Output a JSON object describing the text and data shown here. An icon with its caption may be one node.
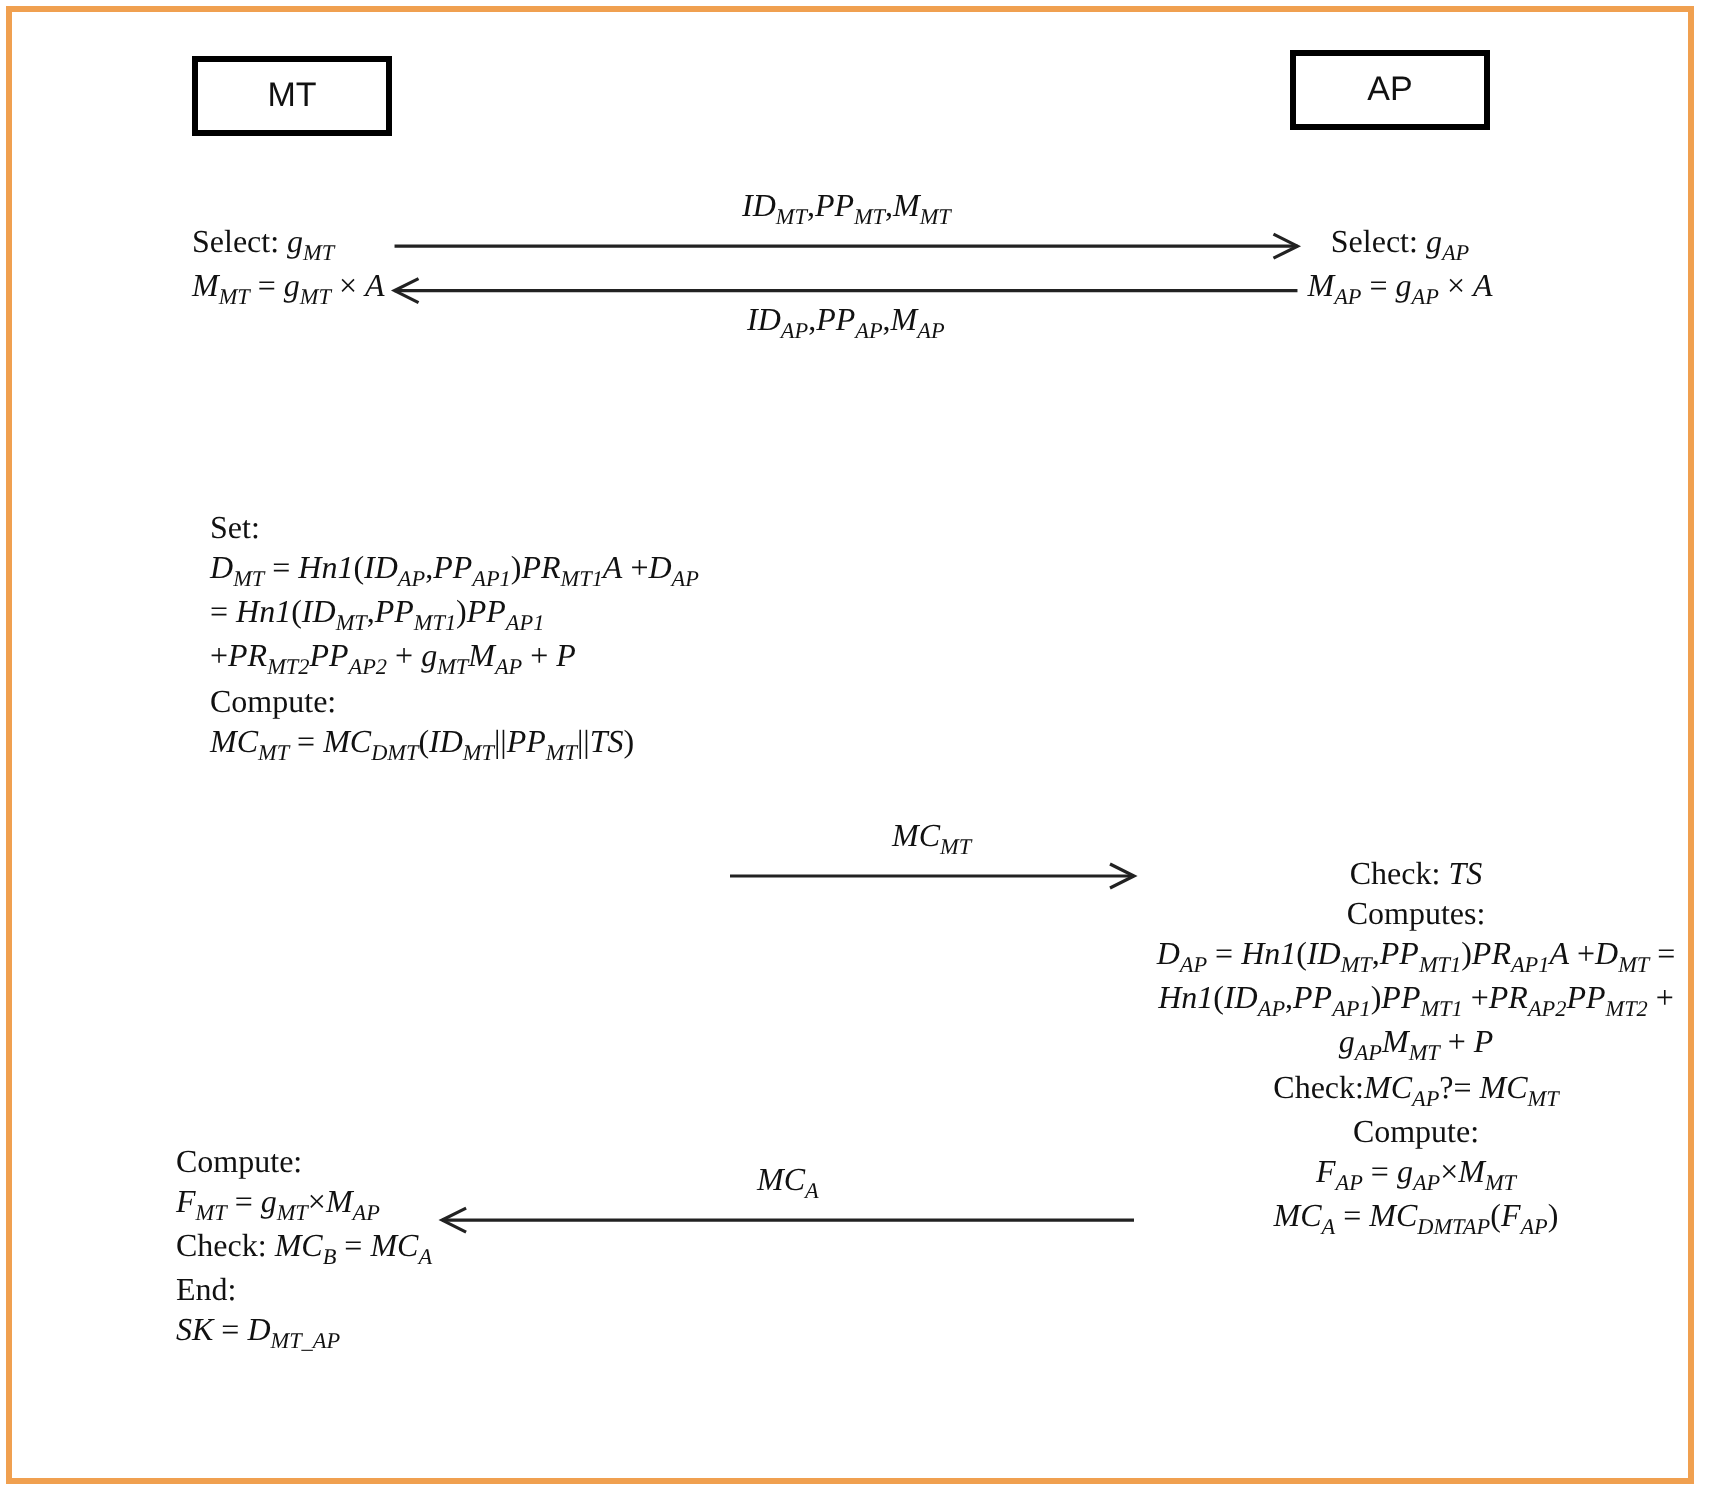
{
  "diagram": {
    "nodes": [
      {
        "text": [
          "MT"
        ]
      },
      {
        "text": [
          "AP"
        ]
      },
      {
        "text": [
          "Select: *g*$_{MT}$",
          "*M*$_{MT}$ = *g*$_{MT}$ × *A*"
        ]
      },
      {
        "text": [
          "Select: *g*$_{AP}$",
          "*M*$_{AP}$ = *g*$_{AP}$ × *A*"
        ]
      },
      {
        "text": [
          "Set:",
          "*D*$_{MT}$ = *Hn1*(*ID*$_{AP}$,*PP*$_{AP1}$)*PR*$_{MT1}$*A* +*D*$_{AP}$ = *Hn1*(*ID*$_{MT}$,*PP*$_{MT1}$)*PP*$_{AP1}$ +*PR*$_{MT2}$*PP*$_{AP2}$ + *g*$_{MT}$*M*$_{AP}$ + *P*",
          "Compute:",
          "*MC*$_{MT}$ = *MC*$_{DMT}$(*ID*$_{MT}$||*PP*$_{MT}$||*TS*)"
        ]
      },
      {
        "text": [
          "Check: *TS*",
          "Computes:",
          "*D*$_{AP}$ = *Hn1*(*ID*$_{MT}$,*PP*$_{MT1}$)*PR*$_{AP1}$*A* +*D*$_{MT}$ = *Hn1*(*ID*$_{AP}$,*PP*$_{AP1}$)*PP*$_{MT1}$ +*PR*$_{AP2}$*PP*$_{MT2}$ + *g*$_{AP}$*M*$_{MT}$ + *P*",
          "Check:*MC*$_{AP}$?= *MC*$_{MT}$",
          "Compute:",
          "*F*$_{AP}$ = *g*$_{AP}$×*M*$_{MT}$",
          "*MC*$_{A}$ = *MC*$_{DMTAP}$(*F*$_{AP}$)"
        ]
      },
      {
        "text": [
          "Compute:",
          "*F*$_{MT}$ = *g*$_{MT}$×*M*$_{AP}$",
          "Check: *MC*$_{B}$ = *MC*$_{A}$",
          "End:",
          "*SK* = *D*$_{MT_AP}$"
        ]
      }
    ],
    "edges": [
      {
        "from": 2,
        "to": 3,
        "arrow": "to",
        "label": "*ID*$_{MT}$,*PP*$_{MT}$,*M*$_{MT}$"
      },
      {
        "from": 3,
        "to": 2,
        "arrow": "to",
        "label": "*ID*$_{AP}$,*PP*$_{AP}$,*M*$_{AP}$"
      },
      {
        "from": 4,
        "to": 5,
        "arrow": "to",
        "label": "*MC*$_{MT}$"
      },
      {
        "from": 5,
        "to": 6,
        "arrow": "to",
        "label": "*MC*$_{A}$"
      }
    ]
  }
}
